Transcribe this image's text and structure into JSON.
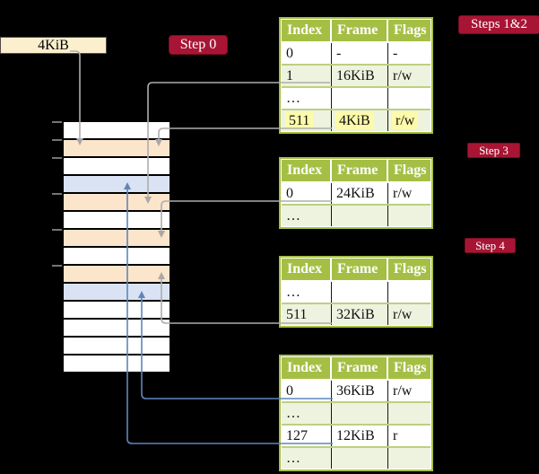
{
  "diagram": {
    "frame_size_label": "4KiB",
    "badges": {
      "step0": "Step 0",
      "steps12": "Steps 1&2",
      "step3": "Step 3",
      "step4": "Step 4"
    },
    "memory_column": {
      "rows": [
        {
          "color": "white"
        },
        {
          "color": "orange"
        },
        {
          "color": "white"
        },
        {
          "color": "blue"
        },
        {
          "color": "orange"
        },
        {
          "color": "white"
        },
        {
          "color": "orange"
        },
        {
          "color": "white"
        },
        {
          "color": "orange"
        },
        {
          "color": "blue"
        },
        {
          "color": "white"
        },
        {
          "color": "white"
        },
        {
          "color": "white"
        },
        {
          "color": "white"
        }
      ]
    },
    "tables": [
      {
        "name": "page-table-steps-1-2",
        "headers": [
          "Index",
          "Frame",
          "Flags"
        ],
        "rows": [
          {
            "cells": [
              "0",
              "-",
              "-"
            ],
            "shaded": false,
            "highlighted": false
          },
          {
            "cells": [
              "1",
              "16KiB",
              "r/w"
            ],
            "shaded": true,
            "highlighted": false
          },
          {
            "cells": [
              "…",
              "",
              ""
            ],
            "shaded": false,
            "highlighted": false
          },
          {
            "cells": [
              "511",
              "4KiB",
              "r/w"
            ],
            "shaded": true,
            "highlighted": true
          }
        ]
      },
      {
        "name": "page-table-step-3",
        "headers": [
          "Index",
          "Frame",
          "Flags"
        ],
        "rows": [
          {
            "cells": [
              "0",
              "24KiB",
              "r/w"
            ],
            "shaded": false,
            "highlighted": false
          },
          {
            "cells": [
              "…",
              "",
              ""
            ],
            "shaded": true,
            "highlighted": false
          }
        ]
      },
      {
        "name": "page-table-step-4",
        "headers": [
          "Index",
          "Frame",
          "Flags"
        ],
        "rows": [
          {
            "cells": [
              "…",
              "",
              ""
            ],
            "shaded": false,
            "highlighted": false
          },
          {
            "cells": [
              "511",
              "32KiB",
              "r/w"
            ],
            "shaded": true,
            "highlighted": false
          }
        ]
      },
      {
        "name": "page-table-bottom",
        "headers": [
          "Index",
          "Frame",
          "Flags"
        ],
        "rows": [
          {
            "cells": [
              "0",
              "36KiB",
              "r/w"
            ],
            "shaded": false,
            "highlighted": false
          },
          {
            "cells": [
              "…",
              "",
              ""
            ],
            "shaded": true,
            "highlighted": false
          },
          {
            "cells": [
              "127",
              "12KiB",
              "r"
            ],
            "shaded": false,
            "highlighted": false
          },
          {
            "cells": [
              "…",
              "",
              ""
            ],
            "shaded": true,
            "highlighted": false
          }
        ]
      }
    ],
    "arrows": [
      {
        "from": "4KiB label box",
        "to": "memory column orange row 1",
        "color": "gray"
      },
      {
        "from": "table Steps 1&2 row index 1",
        "to": "memory column orange row 2",
        "color": "gray"
      },
      {
        "from": "table Steps 1&2 row index 511",
        "to": "memory column orange row 1",
        "color": "gray"
      },
      {
        "from": "table Step 3 row index 0",
        "to": "memory column orange row 3",
        "color": "gray"
      },
      {
        "from": "table Step 4 row index 511",
        "to": "memory column orange row 4",
        "color": "gray"
      },
      {
        "from": "bottom table row index 0",
        "to": "memory column blue row 2",
        "color": "blue"
      },
      {
        "from": "bottom table row index 127",
        "to": "memory column blue row 1",
        "color": "blue"
      }
    ],
    "colors": {
      "background": "#000000",
      "badge_bg": "#a81534",
      "badge_border": "#7c0c24",
      "table_header_bg": "#a5bf45",
      "table_shaded_row_bg": "#eef3df",
      "table_row_separator": "#bdd07e",
      "highlight_yellow": "#fdfaa9",
      "frame_box_bg": "#fcefcd",
      "memory_orange": "#fbe5cb",
      "memory_blue": "#dae3f3",
      "arrow_gray": "#adadad",
      "arrow_blue": "#5f85bb"
    }
  }
}
